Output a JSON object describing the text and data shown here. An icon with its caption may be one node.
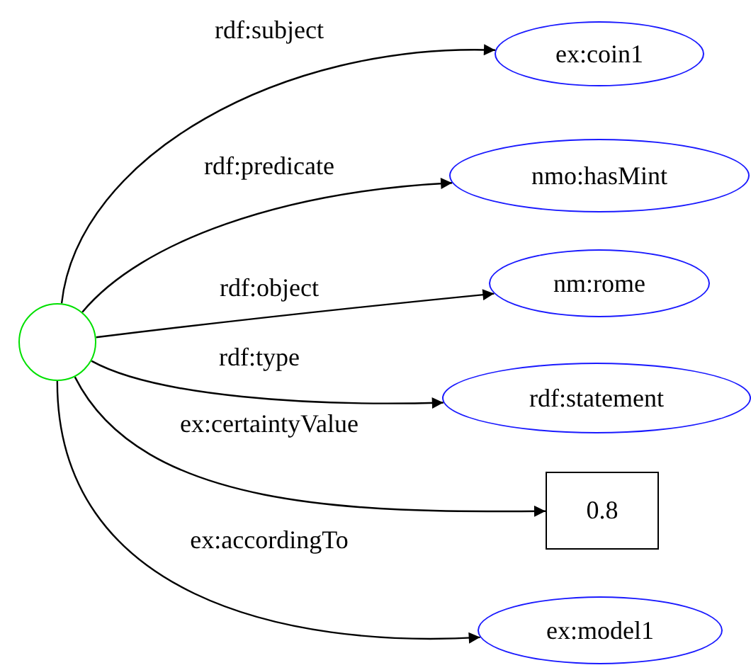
{
  "diagram": {
    "nodes": [
      {
        "text": [],
        "shape": "circle"
      },
      {
        "text": [
          "ex:coin1"
        ]
      },
      {
        "text": [
          "nmo:hasMint"
        ]
      },
      {
        "text": [
          "nm:rome"
        ]
      },
      {
        "text": [
          "rdf:statement"
        ]
      },
      {
        "text": [
          "0.8"
        ]
      },
      {
        "text": [
          "ex:model1"
        ]
      }
    ],
    "edges": [
      {
        "from": 0,
        "to": 1,
        "arrow": "to",
        "label": "rdf:subject"
      },
      {
        "from": 0,
        "to": 2,
        "arrow": "to",
        "label": "rdf:predicate"
      },
      {
        "from": 0,
        "to": 3,
        "arrow": "to",
        "label": "rdf:object"
      },
      {
        "from": 0,
        "to": 4,
        "arrow": "to",
        "label": "rdf:type"
      },
      {
        "from": 0,
        "to": 5,
        "arrow": "to",
        "label": "ex:certaintyValue"
      },
      {
        "from": 0,
        "to": 6,
        "arrow": "to",
        "label": "ex:accordingTo"
      }
    ]
  }
}
